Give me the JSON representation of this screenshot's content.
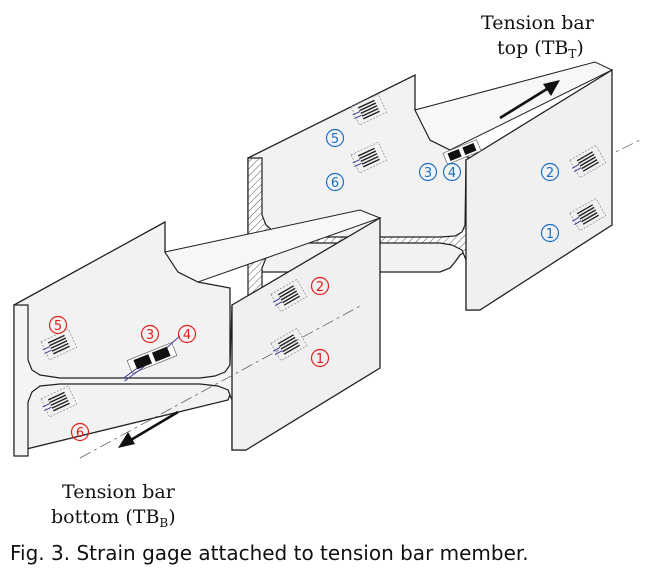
{
  "labels": {
    "top_line1": "Tension bar",
    "top_line2_prefix": "top (TB",
    "top_sub": "T",
    "top_suffix": ")",
    "bottom_line1": "Tension bar",
    "bottom_line2_prefix": "bottom (TB",
    "bottom_sub": "B",
    "bottom_suffix": ")"
  },
  "caption": {
    "figure": "Fig. 3.",
    "text": "Strain gage attached to tension bar member."
  },
  "gauges_top": {
    "color": "#1a6fc4",
    "n1": "1",
    "n2": "2",
    "n3": "3",
    "n4": "4",
    "n5": "5",
    "n6": "6"
  },
  "gauges_bottom": {
    "color": "#e0201c",
    "n1": "1",
    "n2": "2",
    "n3": "3",
    "n4": "4",
    "n5": "5",
    "n6": "6"
  }
}
